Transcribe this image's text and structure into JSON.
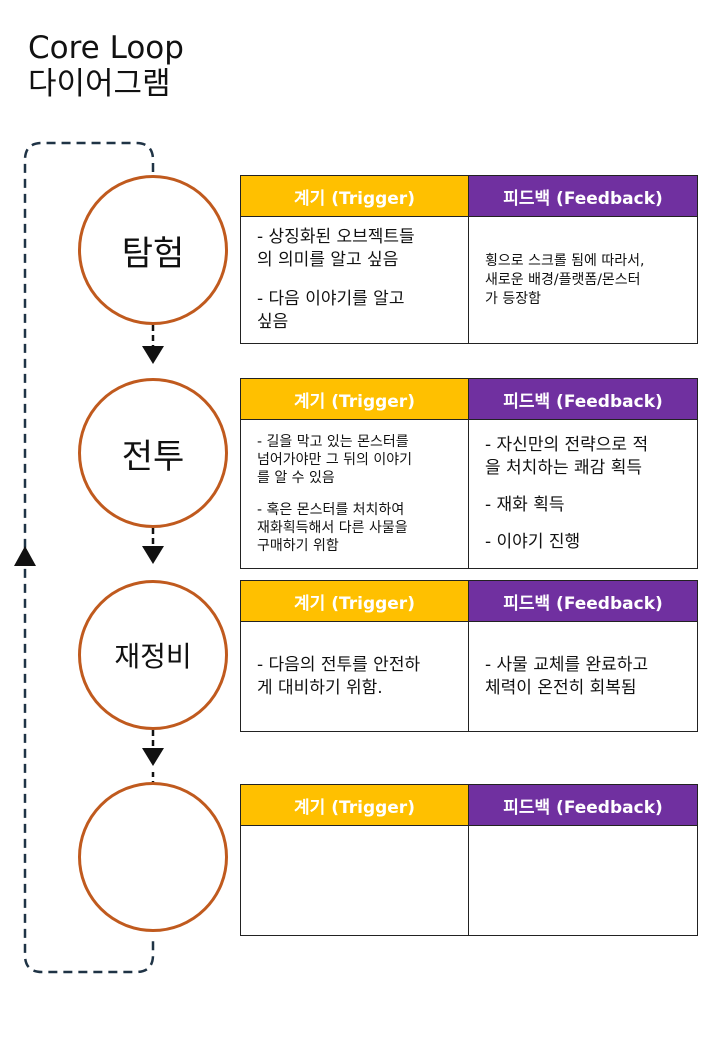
{
  "title": {
    "line1": "Core Loop",
    "line2": "다이어그램"
  },
  "colors": {
    "trigger": "#ffc000",
    "feedback": "#7030a0",
    "circle": "#c05a1e",
    "loop": "#1f3345"
  },
  "headers": {
    "trigger": "계기 (Trigger)",
    "feedback": "피드백 (Feedback)"
  },
  "stages": [
    {
      "name": "탐험",
      "trigger": [
        "- 상징화된 오브젝트들\n의 의미를 알고 싶음",
        "- 다음 이야기를 알고\n싶음"
      ],
      "feedback": [
        "횡으로 스크롤 됨에 따라서,\n새로운 배경/플랫폼/몬스터\n가 등장함"
      ]
    },
    {
      "name": "전투",
      "trigger": [
        "- 길을 막고 있는 몬스터를\n넘어가야만 그 뒤의 이야기\n를 알 수 있음",
        "- 혹은 몬스터를 처치하여\n재화획득해서 다른 사물을\n구매하기 위함"
      ],
      "feedback": [
        "- 자신만의 전략으로 적\n을 처치하는 쾌감 획득",
        "- 재화 획득",
        "- 이야기 진행"
      ]
    },
    {
      "name": "재정비",
      "trigger": [
        "- 다음의 전투를 안전하\n게 대비하기 위함."
      ],
      "feedback": [
        "- 사물 교체를 완료하고\n체력이 온전히 회복됨"
      ]
    },
    {
      "name": "",
      "trigger": [],
      "feedback": []
    }
  ]
}
